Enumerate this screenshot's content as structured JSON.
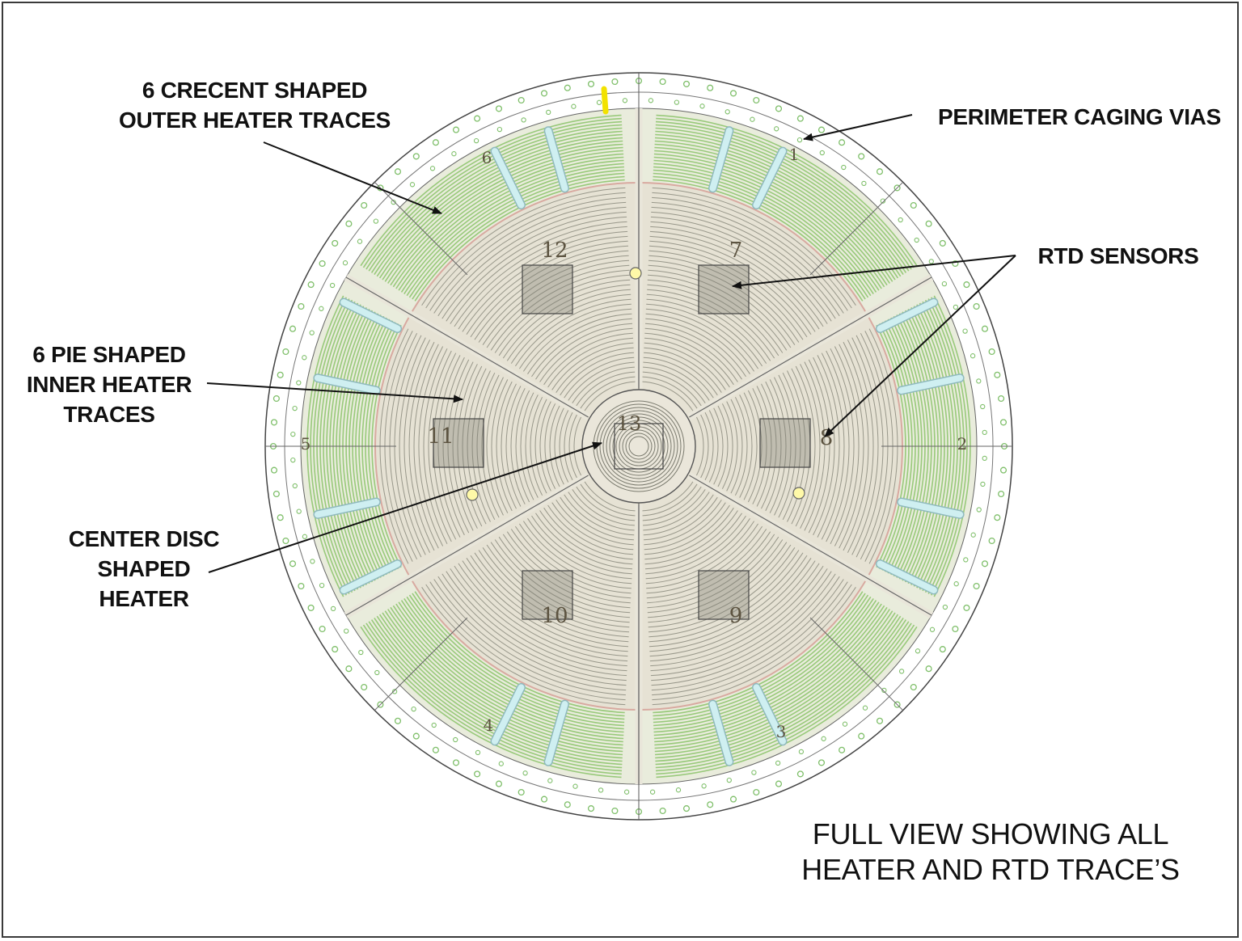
{
  "callouts": {
    "outer_heater": [
      "6 CRECENT SHAPED",
      "OUTER HEATER TRACES"
    ],
    "perimeter_vias": [
      "PERIMETER CAGING VIAS"
    ],
    "rtd_sensors": [
      "RTD SENSORS"
    ],
    "inner_heater": [
      "6 PIE SHAPED",
      "INNER HEATER",
      "TRACES"
    ],
    "center_disc": [
      "CENTER DISC",
      "SHAPED",
      "HEATER"
    ]
  },
  "caption": [
    "FULL VIEW SHOWING ALL",
    "HEATER AND RTD TRACE’S"
  ],
  "zone_numbers": {
    "inner": [
      "12",
      "7",
      "8",
      "9",
      "10",
      "11"
    ],
    "center": "13",
    "outer": [
      "1",
      "2",
      "3",
      "4",
      "5",
      "6"
    ]
  },
  "colors": {
    "trace_green": "#8fc56f",
    "trace_dark": "#6d7a5e",
    "board_fill": "#e9ecdc",
    "via_green": "#7fbf6a",
    "pad_cyan": "#cfeff1",
    "pad_yellow": "#f2e200",
    "line": "#111111"
  }
}
